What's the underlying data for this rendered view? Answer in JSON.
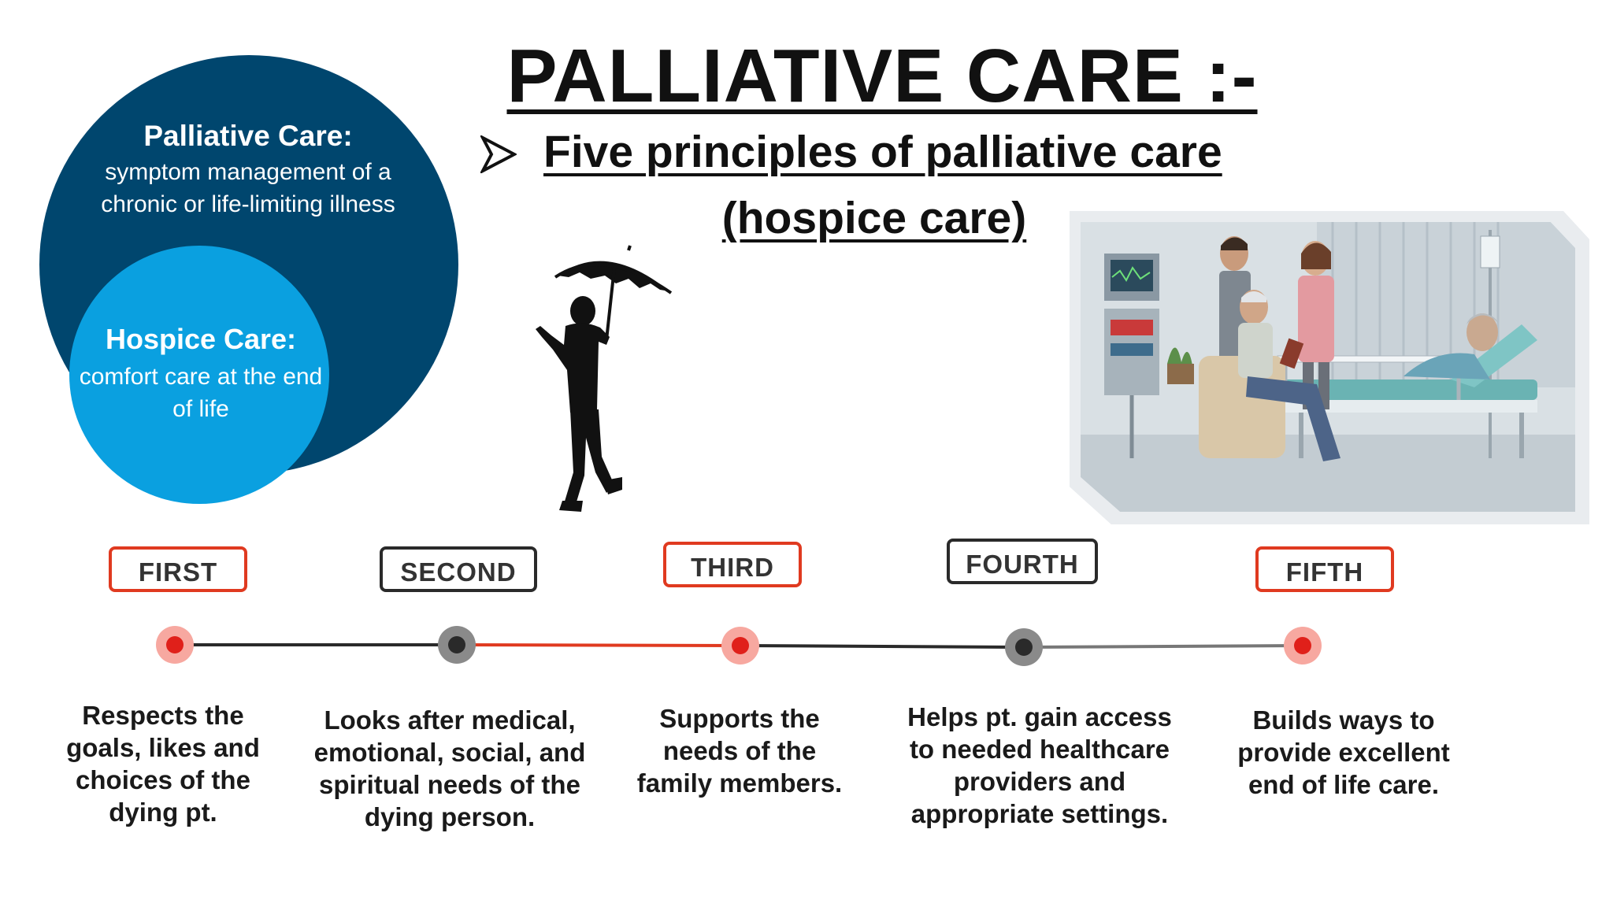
{
  "title": "PALLIATIVE CARE :-",
  "subtitle_line1": "Five principles of palliative care",
  "subtitle_line2": "(hospice care)",
  "diagram": {
    "palliative_heading": "Palliative Care:",
    "palliative_body": "symptom management of a chronic or life-limiting illness",
    "hospice_heading": "Hospice Care:",
    "hospice_body": "comfort care at the end of life",
    "outer_color": "#00466e",
    "inner_color": "#0aa0e0"
  },
  "steps": [
    {
      "label": "FIRST",
      "text": "Respects the goals, likes and choices of the dying pt."
    },
    {
      "label": "SECOND",
      "text": "Looks after medical, emotional, social, and spiritual needs of the dying person."
    },
    {
      "label": "THIRD",
      "text": "Supports the needs of the family members."
    },
    {
      "label": "FOURTH",
      "text": "Helps pt. gain access to needed healthcare providers and appropriate settings."
    },
    {
      "label": "FIFTH",
      "text": "Builds ways to provide excellent end of life care."
    }
  ],
  "colors": {
    "accent_red": "#e03a20",
    "dark": "#2a2a2a"
  },
  "icons": {
    "bullet": "arrowhead-bullet-icon",
    "silhouette": "man-with-umbrella-icon",
    "photo": "hospital-room-illustration"
  }
}
